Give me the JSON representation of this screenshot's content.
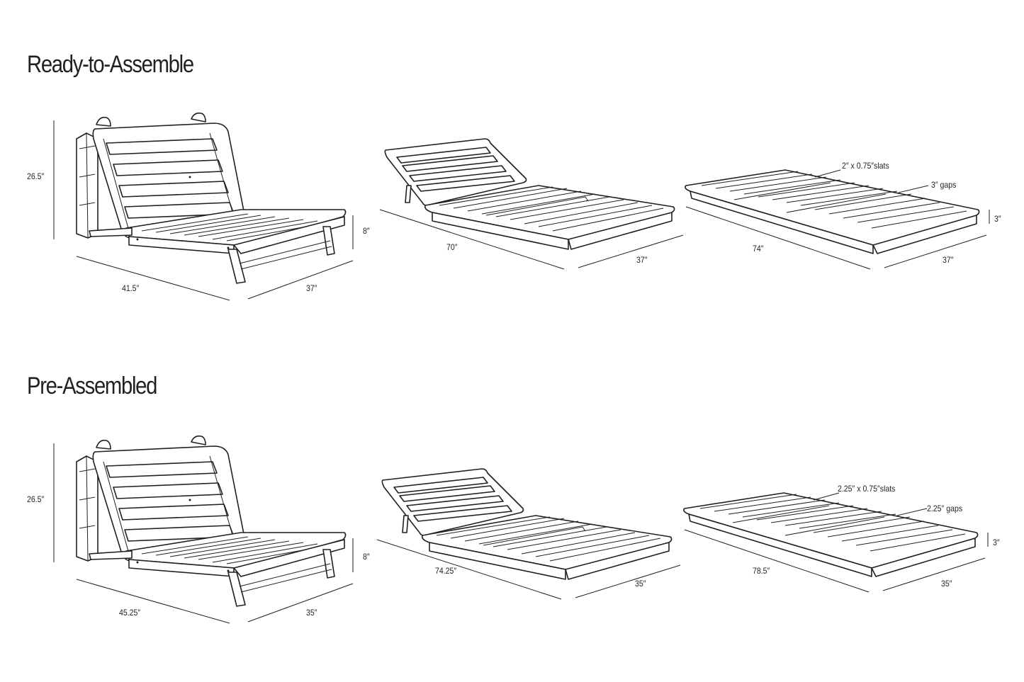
{
  "sections": [
    {
      "title": "Ready-to-Assemble",
      "chair": {
        "height": "26.5″",
        "leg_height": "8″",
        "depth": "41.5″",
        "width": "37″"
      },
      "recliner": {
        "length": "70″",
        "width": "37″"
      },
      "bed": {
        "slats": "2″ x 0.75″slats",
        "gaps": "3″ gaps",
        "thickness": "3″",
        "length": "74″",
        "width": "37″"
      }
    },
    {
      "title": "Pre-Assembled",
      "chair": {
        "height": "26.5″",
        "leg_height": "8″",
        "depth": "45.25″",
        "width": "35″"
      },
      "recliner": {
        "length": "74.25″",
        "width": "35″"
      },
      "bed": {
        "slats": "2.25″ x 0.75″slats",
        "gaps": "2.25″ gaps",
        "thickness": "3″",
        "length": "78.5″",
        "width": "35″"
      }
    }
  ]
}
